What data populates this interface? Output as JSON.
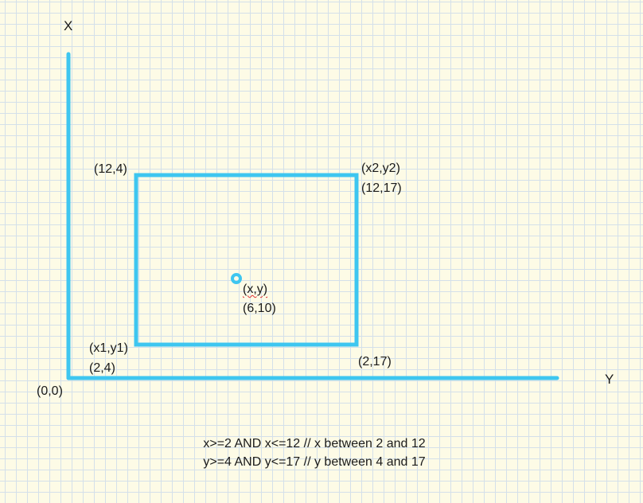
{
  "colors": {
    "paper": "#fdfbe6",
    "grid": "#d4e0ea",
    "stroke": "#3ec6f0",
    "text": "#1a1a1a",
    "spellcheck": "#e03030"
  },
  "axes": {
    "vertical_label": "X",
    "horizontal_label": "Y",
    "origin_label": "(0,0)"
  },
  "rectangle": {
    "top_left_label": "(12,4)",
    "top_right_name": "(x2,y2)",
    "top_right_value": "(12,17)",
    "bottom_left_name": "(x1,y1)",
    "bottom_left_value": "(2,4)",
    "bottom_right_label": "(2,17)"
  },
  "point": {
    "name": "(x,y)",
    "value": "(6,10)"
  },
  "notes": {
    "line1": "x>=2 AND x<=12 // x between 2 and 12",
    "line2": "y>=4 AND y<=17 // y between 4 and 17"
  }
}
